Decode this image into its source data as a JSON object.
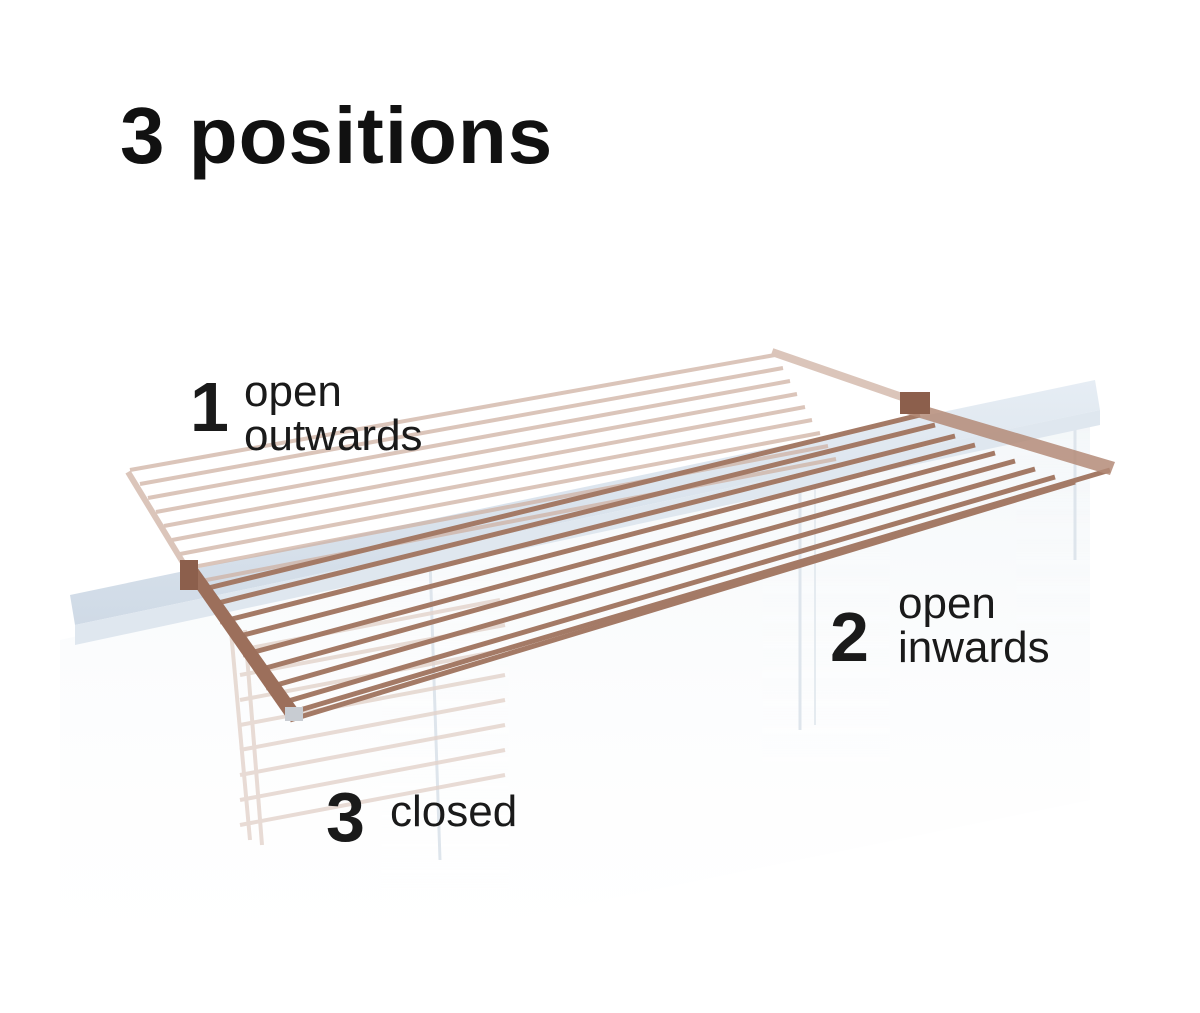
{
  "title": "3 positions",
  "positions": [
    {
      "number": "1",
      "text_line1": "open",
      "text_line2": "outwards"
    },
    {
      "number": "2",
      "text_line1": "open",
      "text_line2": "inwards"
    },
    {
      "number": "3",
      "text_line1": "closed"
    }
  ],
  "colors": {
    "rack_rod": "#a47a66",
    "rack_faded": "#d9c2b6",
    "glass": "#e9eef3",
    "rail": "#d7e2ec",
    "text": "#111111"
  }
}
